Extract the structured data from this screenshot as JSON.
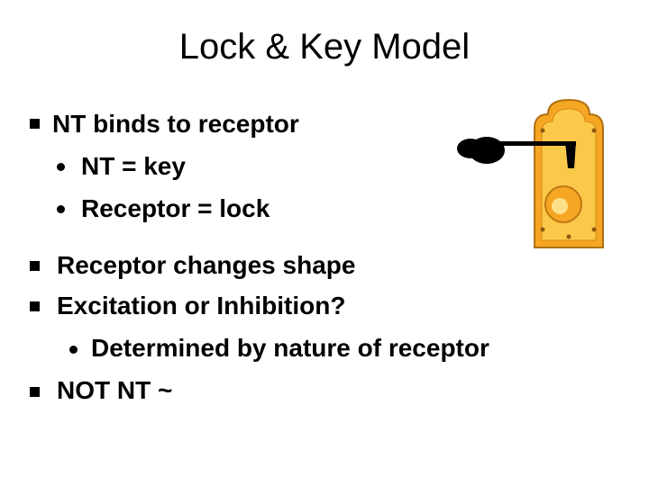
{
  "slide": {
    "title": "Lock & Key Model",
    "bullets": {
      "b1": "NT binds to receptor",
      "b1_sub1": "NT = key",
      "b1_sub2": "Receptor = lock",
      "b2": "Receptor changes shape",
      "b3": "Excitation or Inhibition?",
      "b3_sub1": "Determined by nature of receptor",
      "b4": "NOT NT ~"
    }
  },
  "colors": {
    "plate": "#f5a623",
    "plate_inner": "#fbc94a",
    "outline": "#b07010",
    "key": "#000000"
  },
  "icons": {
    "bullet_l1": "square-bullet",
    "bullet_l2": "round-bullet",
    "illustration": "door-lock-with-key"
  }
}
